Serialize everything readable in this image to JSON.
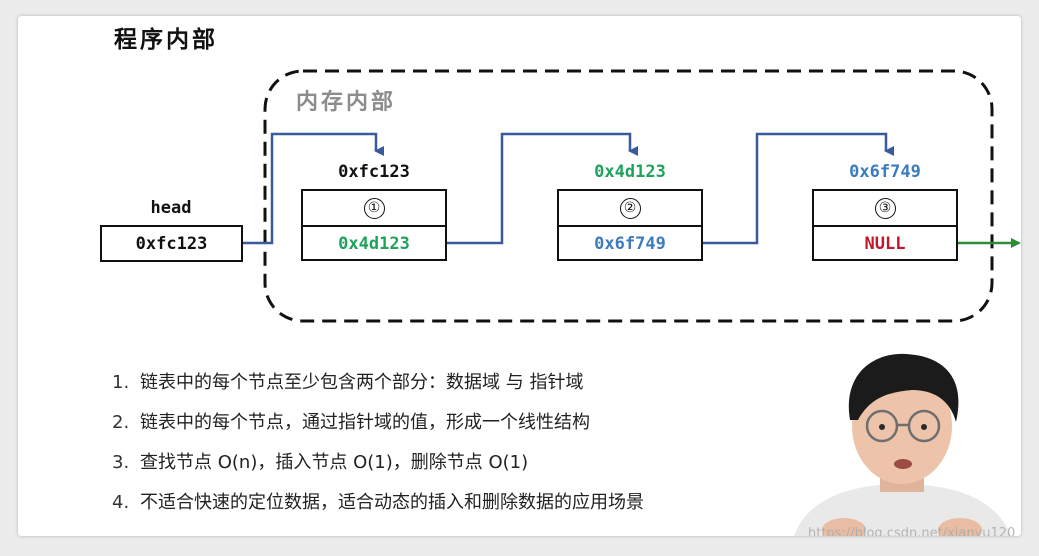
{
  "section_title": "程序内部",
  "memory_label": "内存内部",
  "head": {
    "label": "head",
    "value": "0xfc123"
  },
  "nodes": [
    {
      "address": "0xfc123",
      "data": "①",
      "next": "0x4d123"
    },
    {
      "address": "0x4d123",
      "data": "②",
      "next": "0x6f749"
    },
    {
      "address": "0x6f749",
      "data": "③",
      "next": "NULL"
    }
  ],
  "notes": [
    {
      "num": "1.",
      "text": "链表中的每个节点至少包含两个部分：数据域 与 指针域"
    },
    {
      "num": "2.",
      "text": "链表中的每个节点，通过指针域的值，形成一个线性结构"
    },
    {
      "num": "3.",
      "text": "查找节点 O(n)，插入节点 O(1)，删除节点 O(1)"
    },
    {
      "num": "4.",
      "text": "不适合快速的定位数据，适合动态的插入和删除数据的应用场景"
    }
  ],
  "watermark": "https://blog.csdn.net/xianyu120",
  "colors": {
    "arrow_blue": "#3a5a9e",
    "address_green": "#1fa35b",
    "address_blue": "#3b7bbf",
    "null_red": "#c0182a",
    "null_arrow_green": "#2e8b3a",
    "memory_label_gray": "#8c8c8c"
  }
}
